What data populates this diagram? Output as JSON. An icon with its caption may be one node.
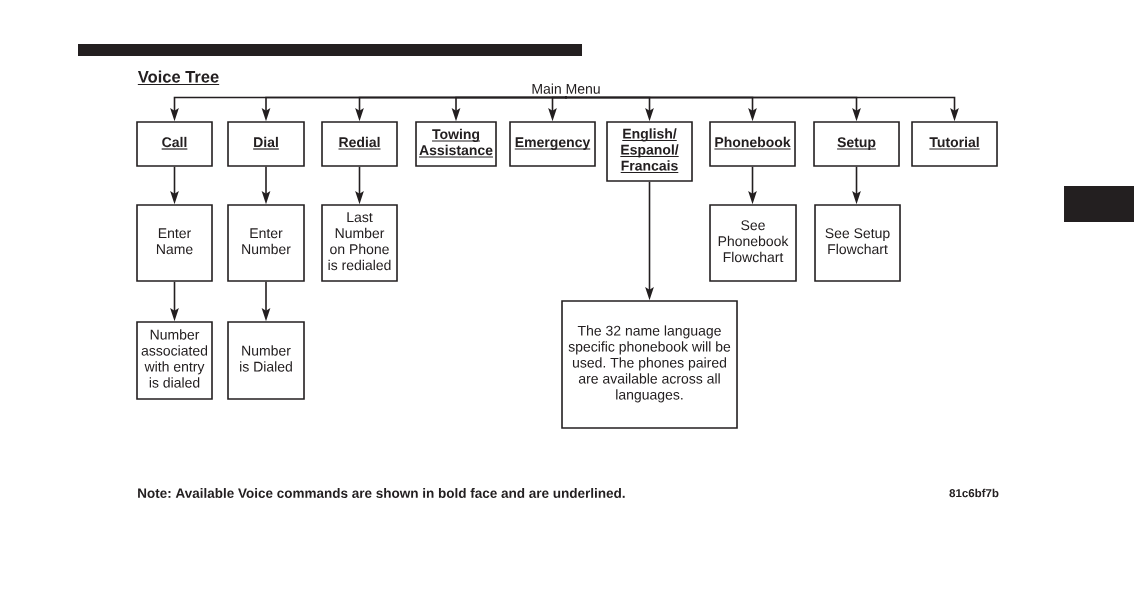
{
  "diagram": {
    "title": "Voice Tree",
    "nodes": [
      {
        "text": [
          "Main Menu"
        ]
      },
      {
        "text": [
          "Call"
        ]
      },
      {
        "text": [
          "Dial"
        ]
      },
      {
        "text": [
          "Redial"
        ]
      },
      {
        "text": [
          "Towing Assistance"
        ]
      },
      {
        "text": [
          "Emergency"
        ]
      },
      {
        "text": [
          "English/ Espanol/ Francais"
        ]
      },
      {
        "text": [
          "Phonebook"
        ]
      },
      {
        "text": [
          "Setup"
        ]
      },
      {
        "text": [
          "Tutorial"
        ]
      },
      {
        "text": [
          "Enter Name"
        ]
      },
      {
        "text": [
          "Enter Number"
        ]
      },
      {
        "text": [
          "Last Number on Phone is redialed"
        ]
      },
      {
        "text": [
          "See Phonebook Flowchart"
        ]
      },
      {
        "text": [
          "See Setup Flowchart"
        ]
      },
      {
        "text": [
          "Number associated with entry is dialed"
        ]
      },
      {
        "text": [
          "Number is Dialed"
        ]
      },
      {
        "text": [
          "The 32 name language specific phonebook will be used. The phones paired are available across all languages."
        ]
      }
    ],
    "edges": [
      {
        "from": 0,
        "to": 1,
        "arrow": "to"
      },
      {
        "from": 0,
        "to": 2,
        "arrow": "to"
      },
      {
        "from": 0,
        "to": 3,
        "arrow": "to"
      },
      {
        "from": 0,
        "to": 4,
        "arrow": "to"
      },
      {
        "from": 0,
        "to": 5,
        "arrow": "to"
      },
      {
        "from": 0,
        "to": 6,
        "arrow": "to"
      },
      {
        "from": 0,
        "to": 7,
        "arrow": "to"
      },
      {
        "from": 0,
        "to": 8,
        "arrow": "to"
      },
      {
        "from": 0,
        "to": 9,
        "arrow": "to"
      },
      {
        "from": 1,
        "to": 10,
        "arrow": "to"
      },
      {
        "from": 2,
        "to": 11,
        "arrow": "to"
      },
      {
        "from": 3,
        "to": 12,
        "arrow": "to"
      },
      {
        "from": 6,
        "to": 17,
        "arrow": "to"
      },
      {
        "from": 7,
        "to": 13,
        "arrow": "to"
      },
      {
        "from": 8,
        "to": 14,
        "arrow": "to"
      },
      {
        "from": 10,
        "to": 15,
        "arrow": "to"
      },
      {
        "from": 11,
        "to": 16,
        "arrow": "to"
      }
    ],
    "labels": [
      "Note: Available Voice commands are shown in bold face and are underlined.",
      "81c6bf7b"
    ]
  }
}
